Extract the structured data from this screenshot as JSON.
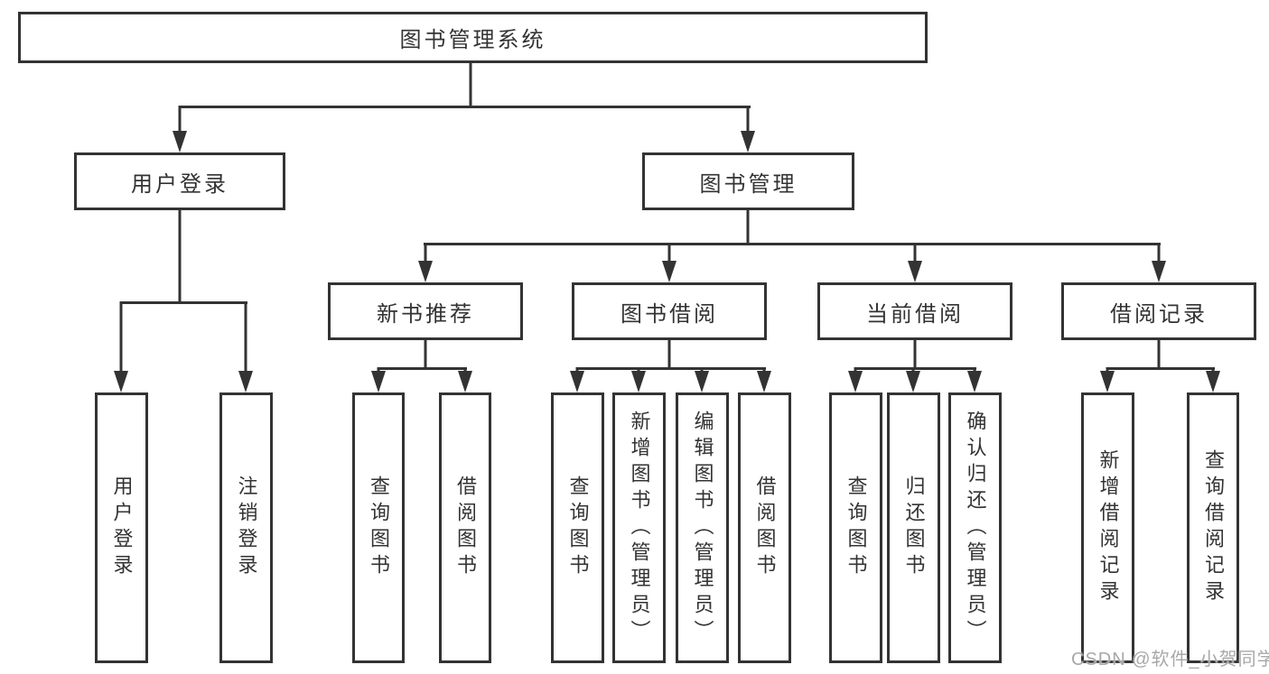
{
  "tree": {
    "label": "图书管理系统",
    "children": [
      {
        "label": "用户登录",
        "children": [
          {
            "label": "用户登录"
          },
          {
            "label": "注销登录"
          }
        ]
      },
      {
        "label": "图书管理",
        "children": [
          {
            "label": "新书推荐",
            "children": [
              {
                "label": "查询图书"
              },
              {
                "label": "借阅图书"
              }
            ]
          },
          {
            "label": "图书借阅",
            "children": [
              {
                "label": "查询图书"
              },
              {
                "label": "新增图书（管理员）"
              },
              {
                "label": "编辑图书（管理员）"
              },
              {
                "label": "借阅图书"
              }
            ]
          },
          {
            "label": "当前借阅",
            "children": [
              {
                "label": "查询图书"
              },
              {
                "label": "归还图书"
              },
              {
                "label": "确认归还（管理员）"
              }
            ]
          },
          {
            "label": "借阅记录",
            "children": [
              {
                "label": "新增借阅记录"
              },
              {
                "label": "查询借阅记录"
              }
            ]
          }
        ]
      }
    ]
  },
  "watermark": "CSDN @软件_小贺同学",
  "colors": {
    "line": "#333333",
    "text": "#333333",
    "background": "#ffffff",
    "watermark": "#a8a8a8"
  }
}
